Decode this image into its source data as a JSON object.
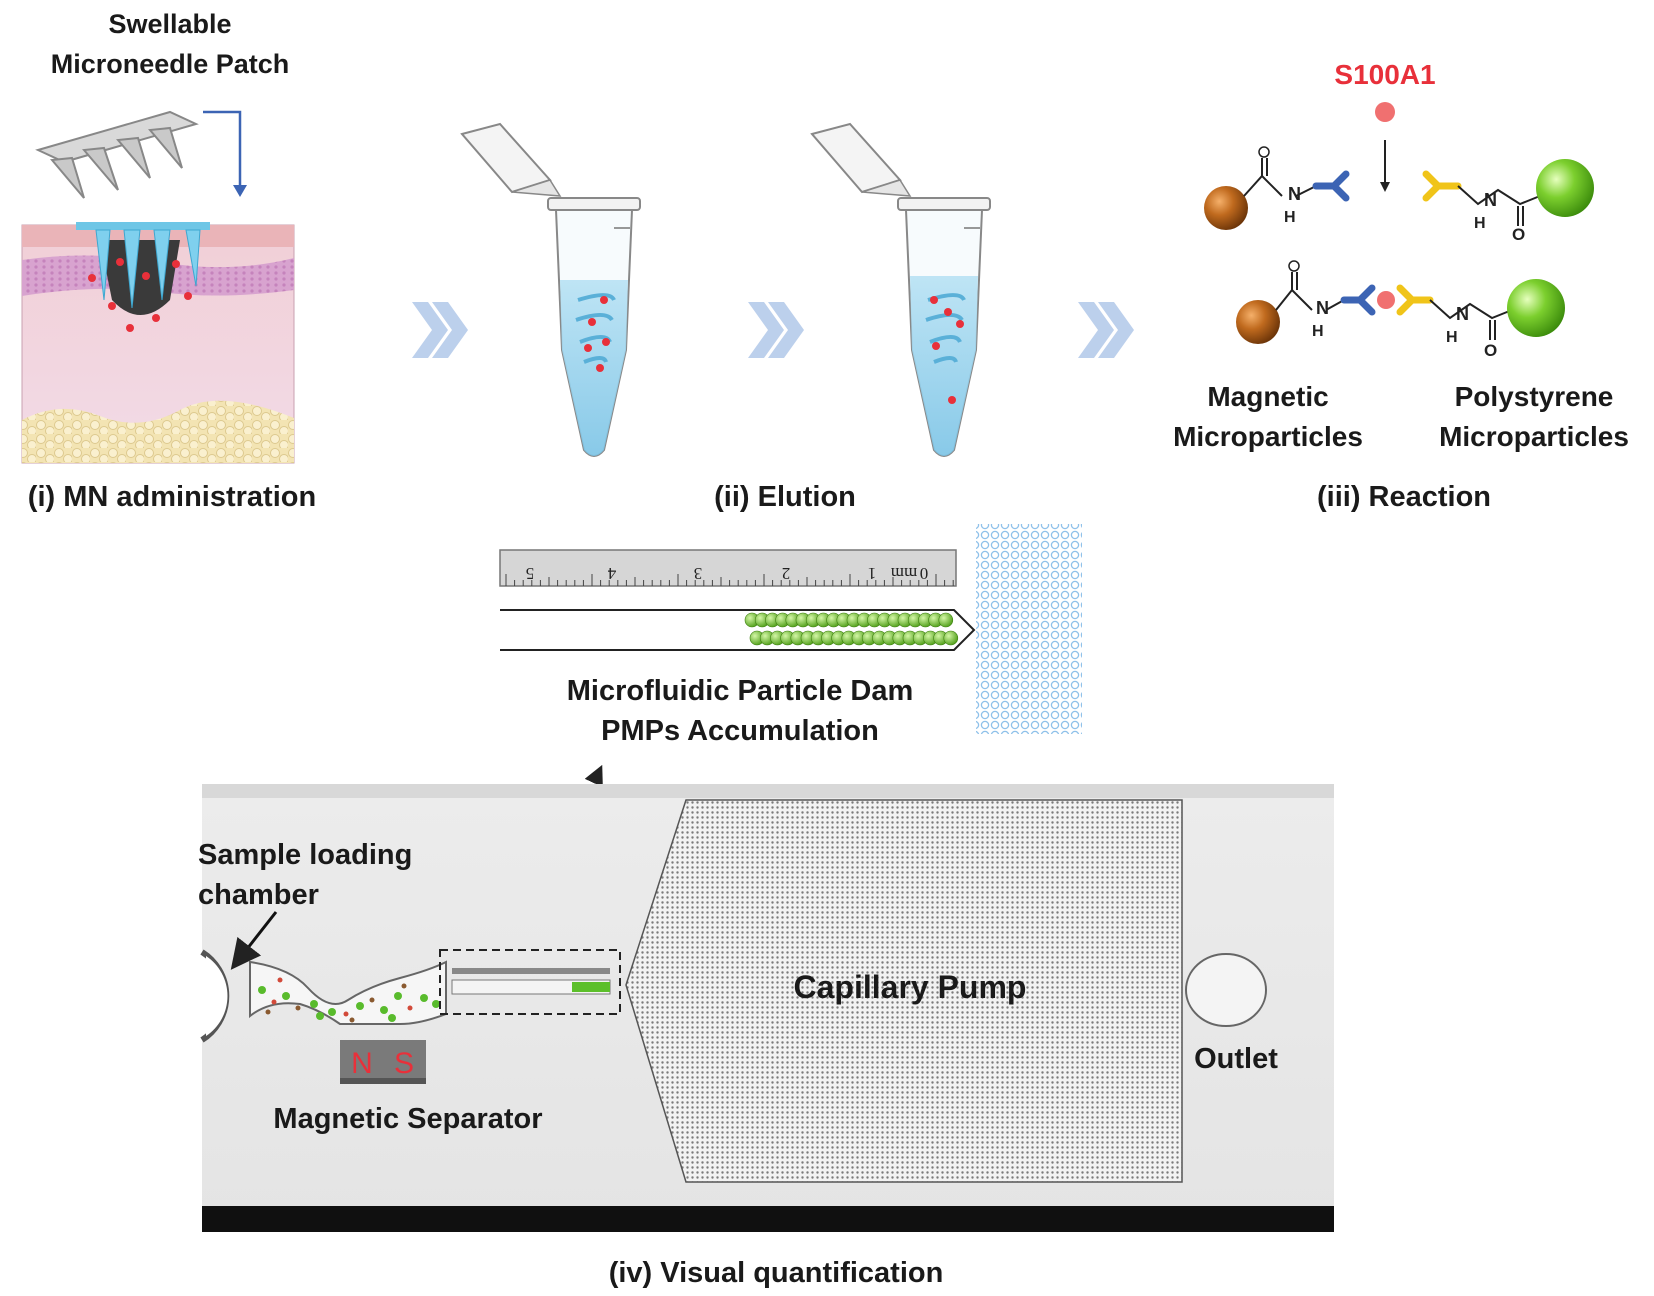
{
  "step1": {
    "patch_title_line1": "Swellable",
    "patch_title_line2": "Microneedle Patch",
    "caption": "(i) MN administration"
  },
  "step2": {
    "caption": "(ii) Elution"
  },
  "step3": {
    "analyte": "S100A1",
    "nh_label": "H",
    "n_label": "N",
    "o_label": "O",
    "magnetic_line1": "Magnetic",
    "magnetic_line2": "Microparticles",
    "polystyrene_line1": "Polystyrene",
    "polystyrene_line2": "Microparticles",
    "caption": "(iii) Reaction"
  },
  "dam": {
    "ruler_unit": "mm",
    "ruler_ticks": [
      "0",
      "1",
      "2",
      "3",
      "4",
      "5"
    ],
    "title_line1": "Microfluidic Particle Dam",
    "title_line2": "PMPs Accumulation"
  },
  "chip": {
    "sample_line1": "Sample loading",
    "sample_line2": "chamber",
    "magnet_n": "N",
    "magnet_s": "S",
    "separator_label": "Magnetic Separator",
    "pump_label": "Capillary Pump",
    "outlet_label": "Outlet",
    "caption": "(iv) Visual quantification"
  },
  "colors": {
    "analyte_red": "#e8303a",
    "magnetic_bead": "#b5651d",
    "polystyrene_bead": "#6cc02a",
    "antibody_blue": "#3c64b4",
    "antibody_yellow": "#f0c419",
    "flow_arrow": "#bcd0ec",
    "tube_liquid": "#a9d8ef",
    "magnet_red": "#e8303a"
  }
}
